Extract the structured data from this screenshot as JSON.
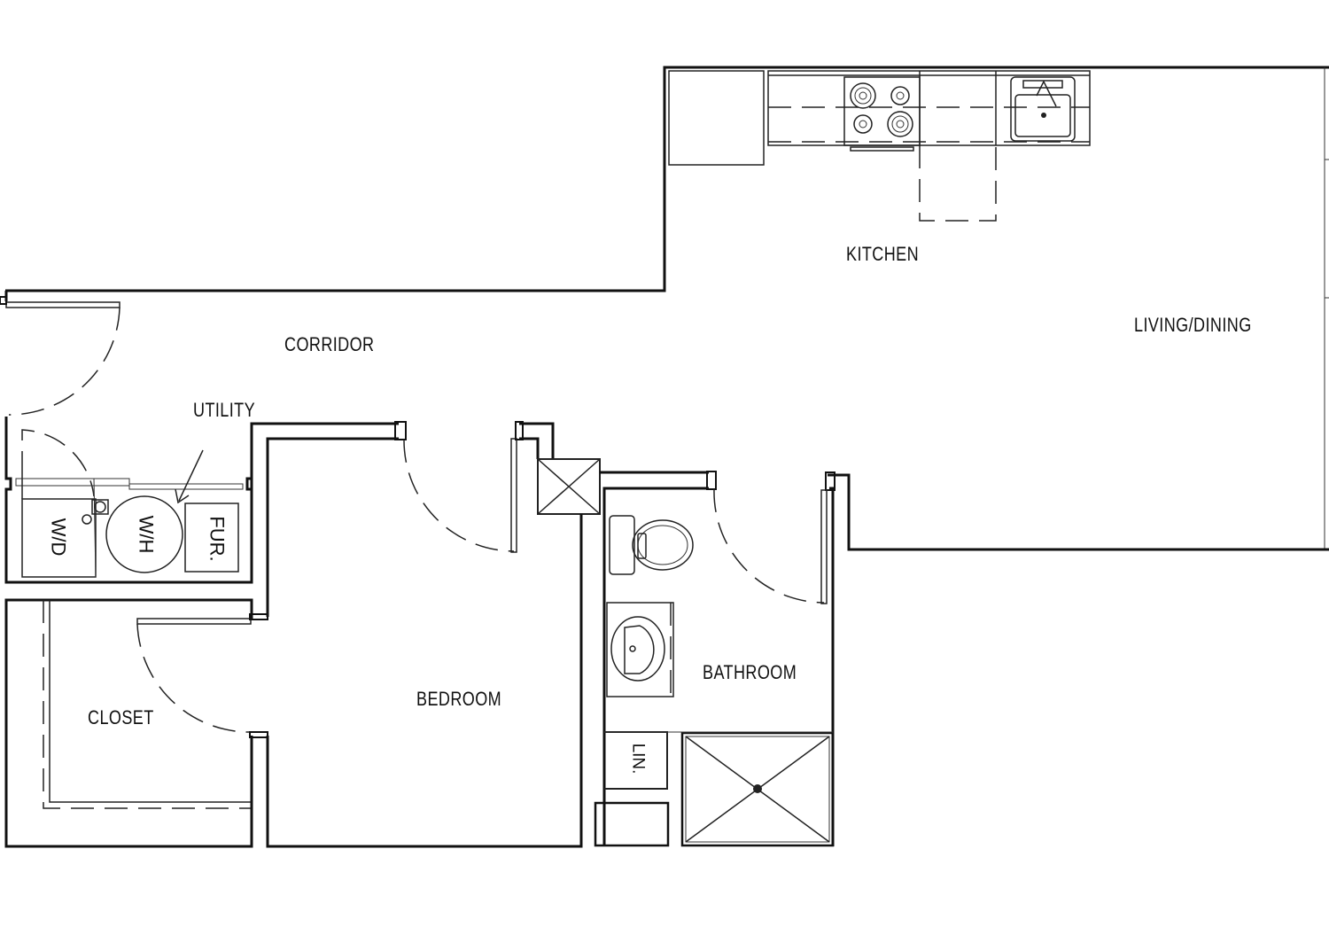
{
  "plan": {
    "rooms": {
      "corridor": "CORRIDOR",
      "utility": "UTILITY",
      "kitchen": "KITCHEN",
      "living_dining": "LIVING/DINING",
      "bedroom": "BEDROOM",
      "bathroom": "BATHROOM",
      "closet": "CLOSET"
    },
    "fixtures": {
      "washer_dryer": "W/D",
      "water_heater": "W/H",
      "furnace": "FUR.",
      "linen": "LIN."
    },
    "colors": {
      "line": "#111111",
      "background": "#ffffff"
    }
  }
}
